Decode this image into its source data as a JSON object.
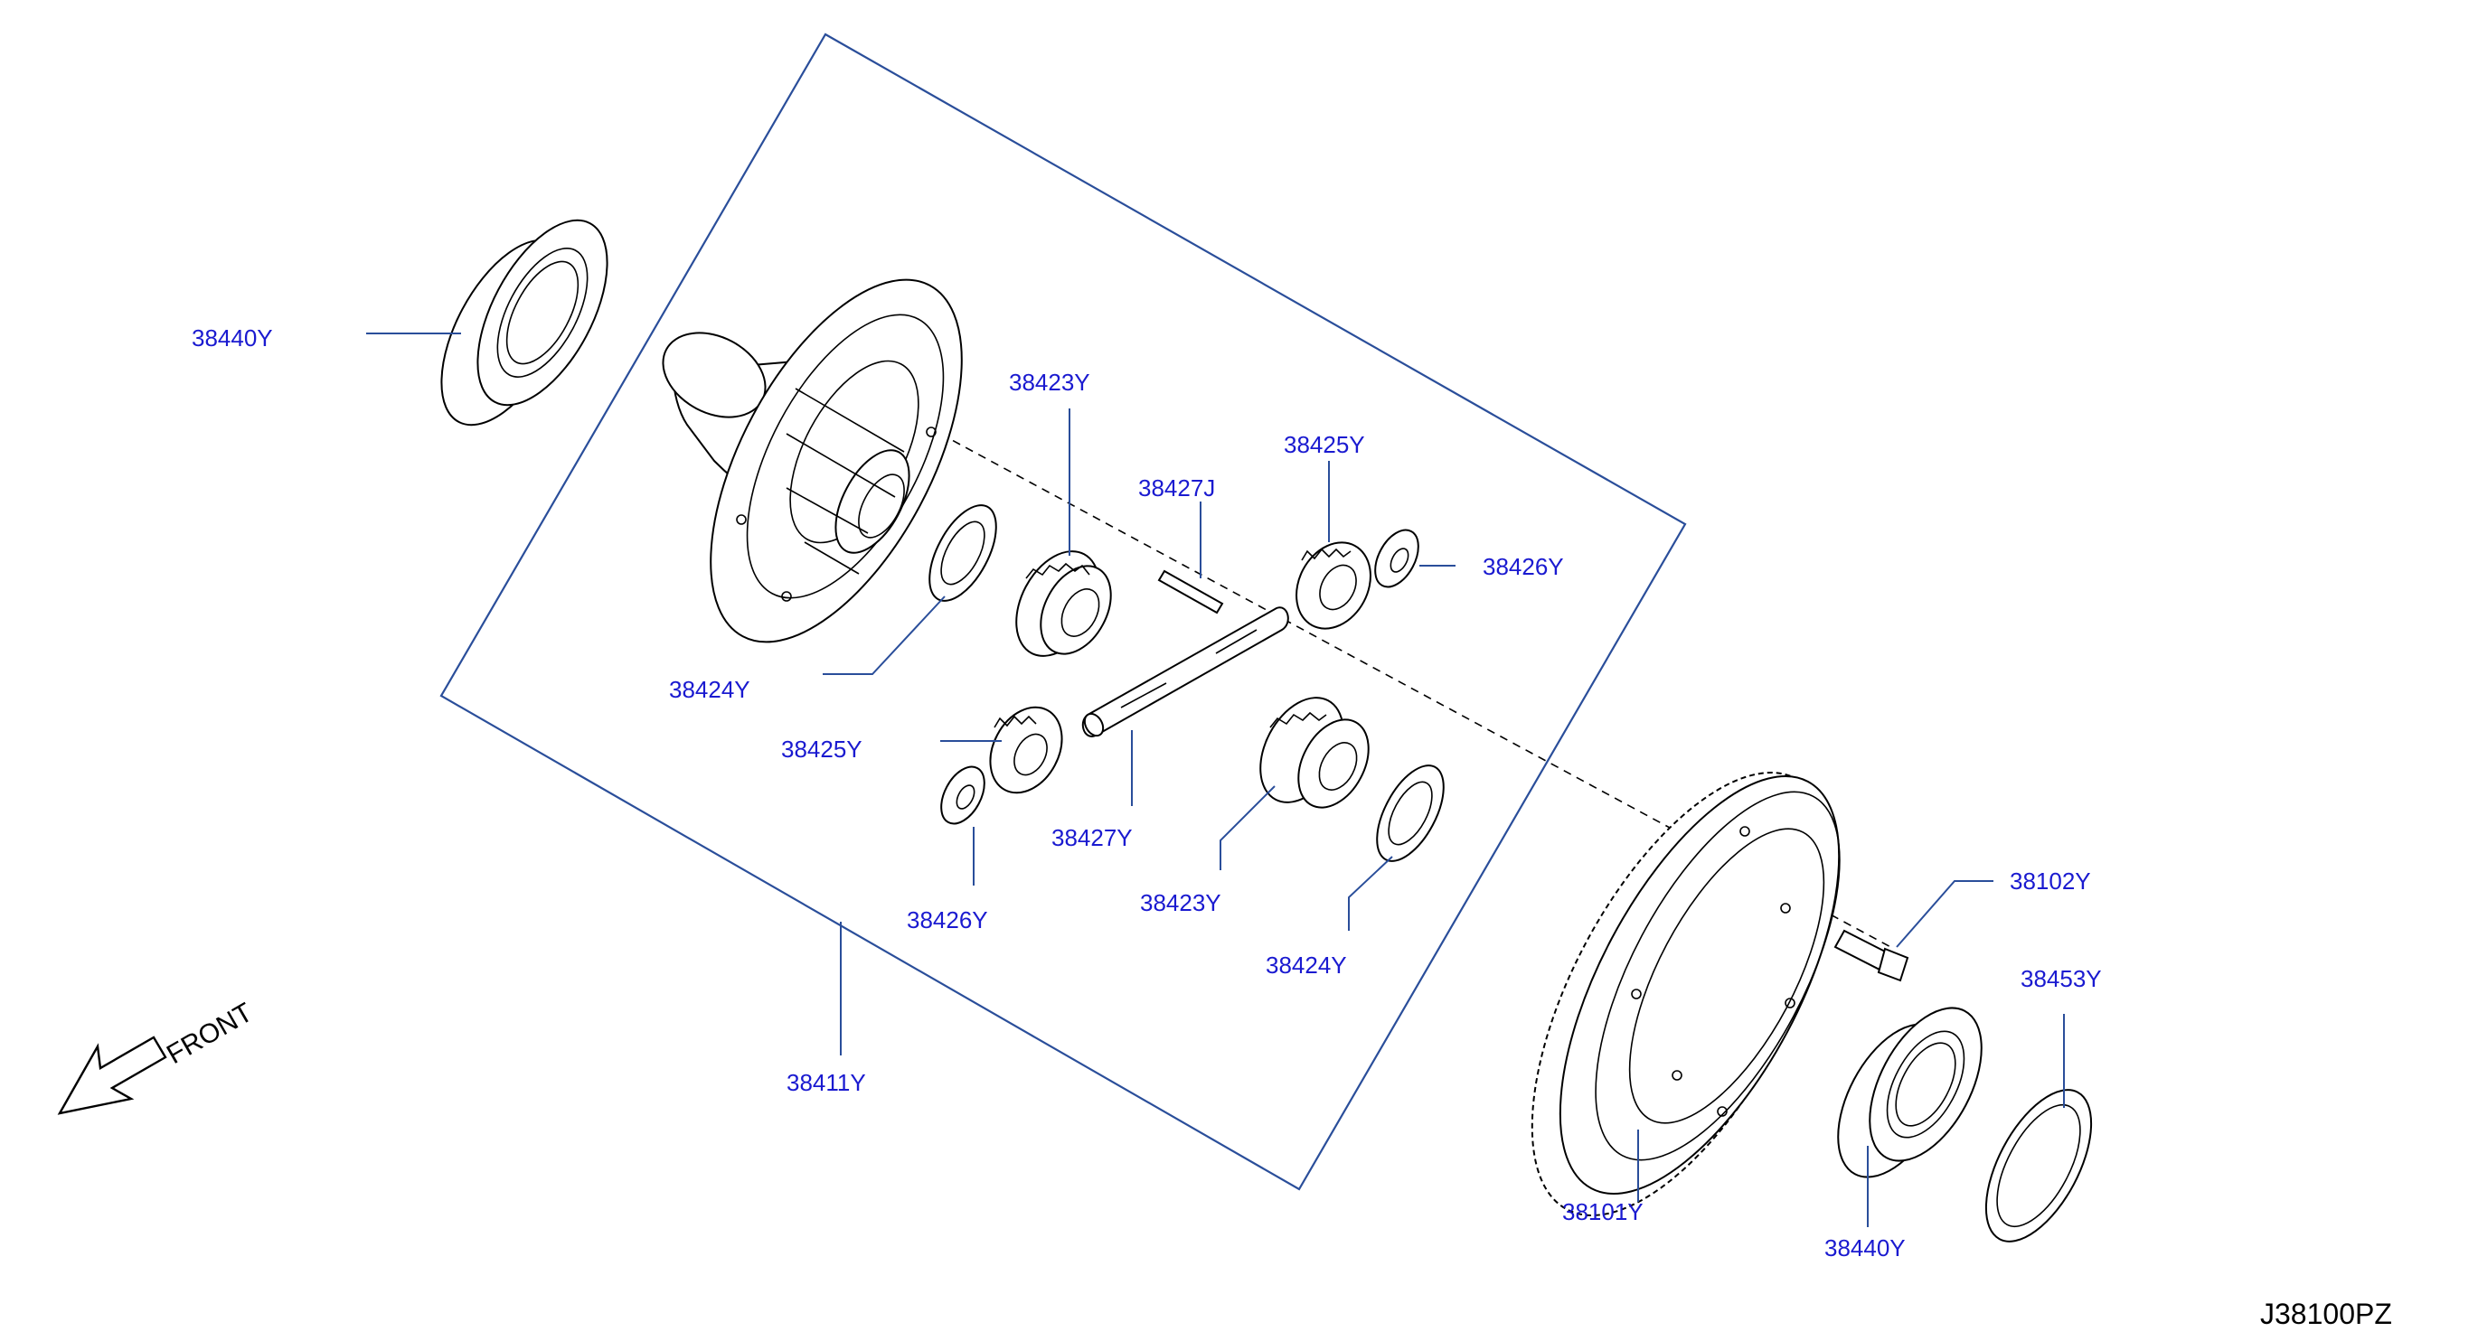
{
  "labels": {
    "bearing_left": "38440Y",
    "side_gear_top": "38423Y",
    "pin": "38427J",
    "pinion_top": "38425Y",
    "pinion_washer_top": "38426Y",
    "side_washer_top": "38424Y",
    "pinion_left": "38425Y",
    "pinion_shaft": "38427Y",
    "side_gear_bottom": "38423Y",
    "pinion_washer_bottom": "38426Y",
    "side_washer_bottom": "38424Y",
    "case": "38411Y",
    "bolt": "38102Y",
    "shim": "38453Y",
    "final_gear": "38101Y",
    "bearing_right": "38440Y"
  },
  "front_label": "FRONT",
  "diagram_code": "J38100PZ",
  "colors": {
    "label": "#1a1ad0",
    "leader": "#2a4e9a",
    "line": "#000000"
  }
}
